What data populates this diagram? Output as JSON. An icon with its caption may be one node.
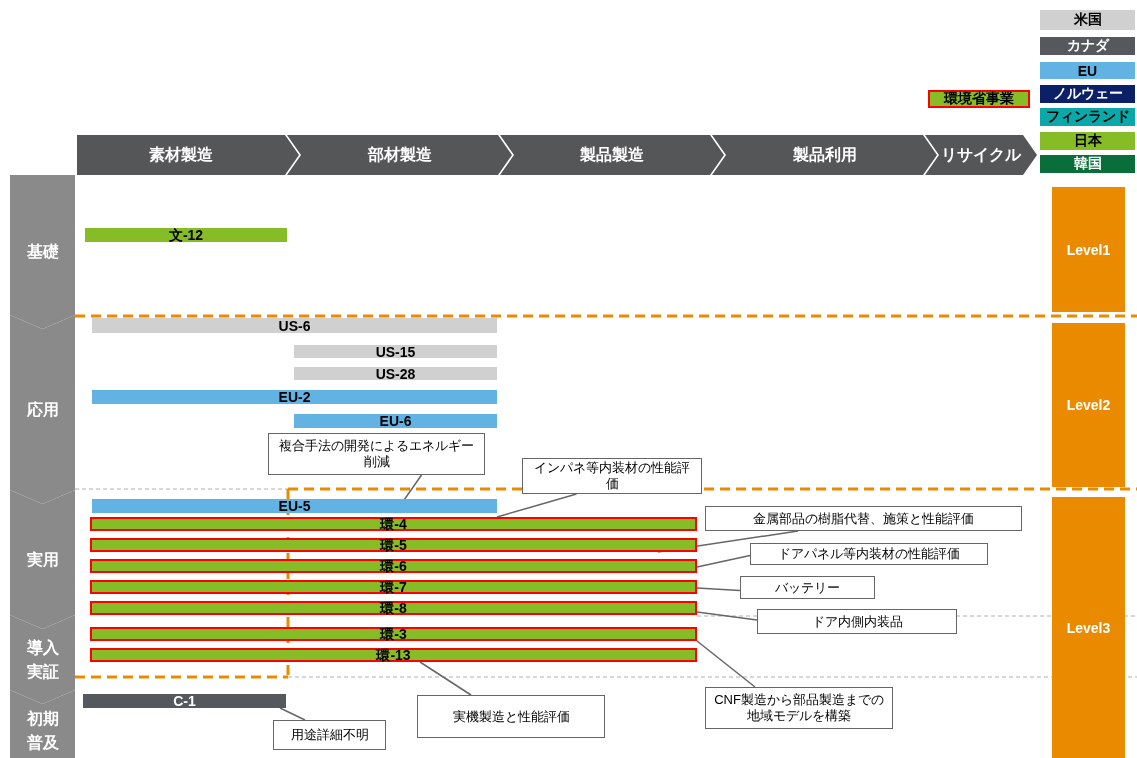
{
  "diagram": {
    "nodes": [
      {
        "text": [
          "素材製造"
        ]
      },
      {
        "text": [
          "部材製造"
        ]
      },
      {
        "text": [
          "製品製造"
        ]
      },
      {
        "text": [
          "製品利用"
        ]
      },
      {
        "text": [
          "リサイクル"
        ]
      },
      {
        "text": [
          "基礎"
        ]
      },
      {
        "text": [
          "応用"
        ]
      },
      {
        "text": [
          "実用"
        ]
      },
      {
        "text": [
          "導入実証"
        ]
      },
      {
        "text": [
          "初期普及"
        ]
      },
      {
        "text": [
          "Level1"
        ]
      },
      {
        "text": [
          "Level2"
        ]
      },
      {
        "text": [
          "Level3"
        ]
      },
      {
        "text": [
          "文-12"
        ]
      },
      {
        "text": [
          "US-6"
        ]
      },
      {
        "text": [
          "US-15"
        ]
      },
      {
        "text": [
          "US-28"
        ]
      },
      {
        "text": [
          "EU-2"
        ]
      },
      {
        "text": [
          "EU-6"
        ]
      },
      {
        "text": [
          "EU-5"
        ]
      },
      {
        "text": [
          "環-4"
        ]
      },
      {
        "text": [
          "環-5"
        ]
      },
      {
        "text": [
          "環-6"
        ]
      },
      {
        "text": [
          "環-7"
        ]
      },
      {
        "text": [
          "環-8"
        ]
      },
      {
        "text": [
          "環-3"
        ]
      },
      {
        "text": [
          "環-13"
        ]
      },
      {
        "text": [
          "C-1"
        ]
      },
      {
        "text": [
          "複合手法の開発によるエネルギー削減"
        ]
      },
      {
        "text": [
          "インパネ等内装材の性能評価"
        ]
      },
      {
        "text": [
          "金属部品の樹脂代替、施策と性能評価"
        ]
      },
      {
        "text": [
          "ドアパネル等内装材の性能評価"
        ]
      },
      {
        "text": [
          "バッテリー"
        ]
      },
      {
        "text": [
          "ドア内側内装品"
        ]
      },
      {
        "text": [
          "CNF製造から部品製造までの地域モデルを構築"
        ]
      },
      {
        "text": [
          "実機製造と性能評価"
        ]
      },
      {
        "text": [
          "用途詳細不明"
        ]
      }
    ],
    "edges": [
      {
        "from": 28,
        "to": 19,
        "arrow": "none"
      },
      {
        "from": 29,
        "to": 20,
        "arrow": "none"
      },
      {
        "from": 30,
        "to": 21,
        "arrow": "none"
      },
      {
        "from": 31,
        "to": 22,
        "arrow": "none"
      },
      {
        "from": 32,
        "to": 23,
        "arrow": "none"
      },
      {
        "from": 33,
        "to": 24,
        "arrow": "none"
      },
      {
        "from": 34,
        "to": 25,
        "arrow": "none"
      },
      {
        "from": 35,
        "to": 26,
        "arrow": "none"
      },
      {
        "from": 36,
        "to": 27,
        "arrow": "none"
      }
    ],
    "legend": [
      {
        "text": "米国",
        "color": "#d0d0d0"
      },
      {
        "text": "カナダ",
        "color": "#55595e"
      },
      {
        "text": "EU",
        "color": "#62b2e4"
      },
      {
        "text": "ノルウェー",
        "color": "#0c2068"
      },
      {
        "text": "フィンランド",
        "color": "#0aa8a8"
      },
      {
        "text": "日本",
        "color": "#86bc25"
      },
      {
        "text": "韓国",
        "color": "#0a6e3a"
      },
      {
        "text": "環境省事業"
      }
    ]
  }
}
